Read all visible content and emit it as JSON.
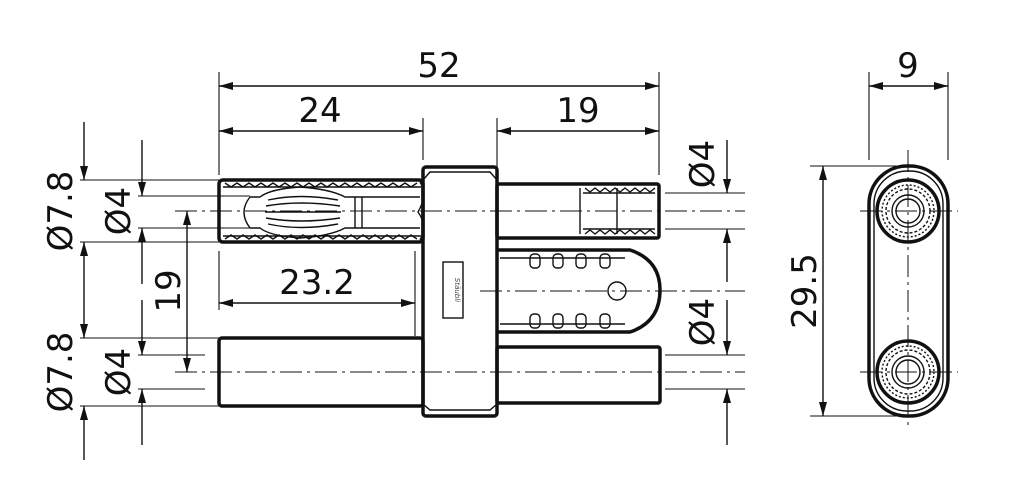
{
  "dimensions": {
    "overall_length": "52",
    "left_pin_length": "24",
    "right_pin_length": "19",
    "lower_pin_length": "23.2",
    "pin_spacing": "19",
    "outer_diameter_top": "Ø7.8",
    "inner_diameter_top": "Ø4",
    "outer_diameter_bottom": "Ø7.8",
    "inner_diameter_bottom": "Ø4",
    "right_diameter_top": "Ø4",
    "right_diameter_bottom": "Ø4",
    "end_view_height": "29.5",
    "end_view_width": "9"
  },
  "logo_text": "Stäubli"
}
